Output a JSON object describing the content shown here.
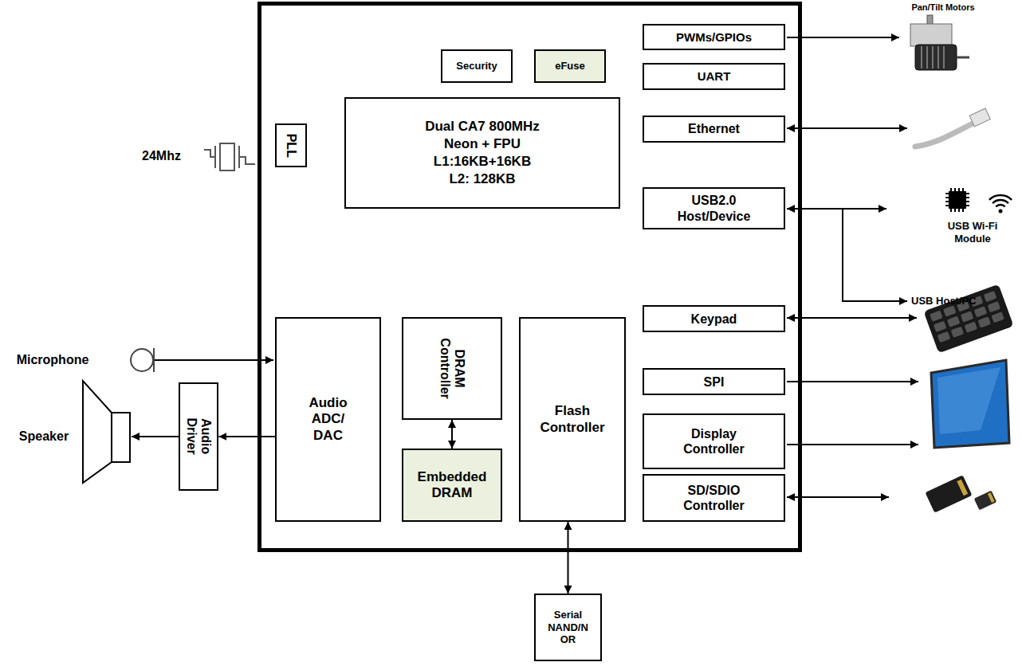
{
  "diagram": {
    "nodes": [
      {
        "text": [
          "PWMs/GPIOs"
        ]
      },
      {
        "text": [
          "Security"
        ]
      },
      {
        "text": [
          "eFuse"
        ]
      },
      {
        "text": [
          "UART"
        ]
      },
      {
        "text": [
          "Dual CA7 800MHz",
          "Neon + FPU",
          "L1:16KB+16KB",
          "L2: 128KB"
        ]
      },
      {
        "text": [
          "PLL"
        ]
      },
      {
        "text": [
          "Ethernet"
        ]
      },
      {
        "text": [
          "USB2.0 Host/Device"
        ]
      },
      {
        "text": [
          "Keypad"
        ]
      },
      {
        "text": [
          "Audio ADC/ DAC"
        ]
      },
      {
        "text": [
          "DRAM Controller"
        ]
      },
      {
        "text": [
          "Flash Controller"
        ]
      },
      {
        "text": [
          "SPI"
        ]
      },
      {
        "text": [
          "Audio Driver"
        ]
      },
      {
        "text": [
          "Display Controller"
        ]
      },
      {
        "text": [
          "Embedded DRAM"
        ]
      },
      {
        "text": [
          "SD/SDIO Controller"
        ]
      },
      {
        "text": [
          "Serial NAND/N OR"
        ]
      }
    ],
    "edges": [
      {
        "from": 9,
        "to": 13,
        "arrow": "to"
      },
      {
        "from": 10,
        "to": 15,
        "arrow": "both"
      },
      {
        "from": 11,
        "to": 17,
        "arrow": "both"
      }
    ],
    "labels": [
      "Pan/Tilt Motors",
      "24Mhz",
      "USB Wi-Fi Module",
      "USB Host/PC",
      "Microphone",
      "Speaker"
    ]
  }
}
